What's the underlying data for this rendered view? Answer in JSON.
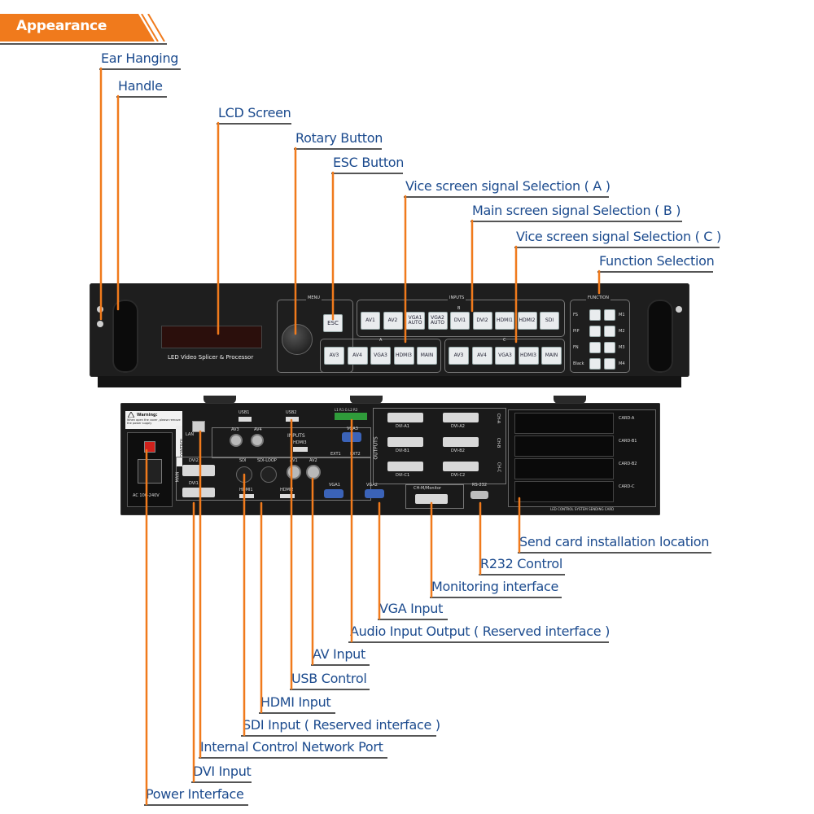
{
  "header": {
    "title": "Appearance",
    "banner_color": "#f07a1c",
    "label_color": "#1c4b8e",
    "callout_color": "#f07a1c"
  },
  "labels": {
    "ear_hanging": "Ear Hanging",
    "handle": "Handle",
    "lcd_screen": "LCD Screen",
    "rotary_button": "Rotary Button",
    "esc_button": "ESC Button",
    "vice_a": "Vice screen signal Selection ( A )",
    "main_b": "Main screen signal Selection ( B )",
    "vice_c": "Vice screen signal Selection ( C )",
    "function_selection": "Function Selection",
    "send_card": "Send card installation location",
    "r232": "R232 Control",
    "monitoring": "Monitoring interface",
    "vga_input": "VGA Input",
    "audio": "Audio Input Output ( Reserved interface )",
    "av_input": "AV Input",
    "usb": "USB Control",
    "hdmi": "HDMI Input",
    "sdi": "SDI Input ( Reserved interface )",
    "network": "Internal Control Network Port",
    "dvi": "DVI Input",
    "power": "Power Interface"
  },
  "front": {
    "lcd_caption": "LED Video Splicer & Processor",
    "menu": "MENU",
    "esc": "ESC",
    "inputs": "INPUTS",
    "b": "B",
    "a": "A",
    "c": "C",
    "function": "FUNCTION",
    "b_buttons": [
      "AV1",
      "AV2",
      "VGA1\nAUTO",
      "VGA2\nAUTO",
      "DVI1",
      "DVI2",
      "HDMI1",
      "HDMI2",
      "SDI"
    ],
    "a_buttons": [
      "AV3",
      "AV4",
      "VGA3",
      "HDMI3",
      "MAIN"
    ],
    "c_buttons": [
      "AV3",
      "AV4",
      "VGA3",
      "HDMI3",
      "MAIN"
    ],
    "fn_left": [
      "FS",
      "PIP",
      "FN",
      "Black"
    ],
    "fn_right": [
      "M1",
      "M2",
      "M3",
      "M4"
    ]
  },
  "rear": {
    "warning_title": "Warning:",
    "warning_text": "When open the cover, please remove the power supply",
    "power_label": "AC 100-240V",
    "control": "CONTROL",
    "lan": "LAN",
    "inputs": "INPUTS",
    "outputs": "OUTPUTS",
    "usb1": "USB1",
    "usb2": "USB2",
    "audio_pins": "L1 R1 G L2 R2",
    "dvi_top": "DVI2",
    "dvi_bottom": "DVI1",
    "sdi": "SDI",
    "sdi_loop": "SDI-LOOP",
    "av3": "AV3",
    "av4": "AV4",
    "av1": "AV1",
    "av2": "AV2",
    "hdmi1": "HDMI1",
    "hdmi2": "HDMI2",
    "hdmi3": "HDMI3",
    "vga1": "VGA1",
    "vga2": "VGA2",
    "vga3": "VGA3",
    "ext1": "EXT1",
    "ext2": "EXT2",
    "main": "MAIN",
    "dvi_outputs": [
      "DVI-A1",
      "DVI-A2",
      "DVI-B1",
      "DVI-B2",
      "DVI-C1",
      "DVI-C2"
    ],
    "cha": "CH-A",
    "chb": "CH-B",
    "chc": "CH-C",
    "monitor": "CH-M/Monitor",
    "rs232": "RS-232",
    "cards": [
      "CARD-A",
      "CARD-B1",
      "CARD-B2",
      "CARD-C"
    ],
    "card_caption": "LED CONTROL SYSTEM SENDING CARD"
  }
}
